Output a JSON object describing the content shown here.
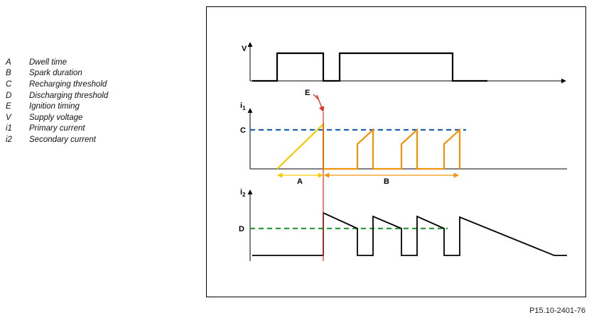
{
  "legend": [
    {
      "key": "A",
      "text": "Dwell time"
    },
    {
      "key": "B",
      "text": "Spark duration"
    },
    {
      "key": "C",
      "text": "Recharging threshold"
    },
    {
      "key": "D",
      "text": "Discharging threshold"
    },
    {
      "key": "E",
      "text": "Ignition timing"
    },
    {
      "key": "V",
      "text": "Supply voltage"
    },
    {
      "key": "i1",
      "text": "Primary current"
    },
    {
      "key": "i2",
      "text": "Secondary current"
    }
  ],
  "axes": {
    "v_label": "V",
    "i1_label": "i",
    "i1_sub": "1",
    "i2_label": "i",
    "i2_sub": "2"
  },
  "markers": {
    "c_label": "C",
    "d_label": "D",
    "e_label": "E",
    "a_label": "A",
    "b_label": "B"
  },
  "reference": "P15.10-2401-76",
  "colors": {
    "supply_voltage": "#000000",
    "primary_ramp_dwell": "#f5c800",
    "primary_current": "#f0930a",
    "recharging_threshold": "#1a5fb4",
    "discharging_threshold": "#2a9d3a",
    "ignition_timing": "#e03020",
    "secondary_current": "#000000"
  }
}
